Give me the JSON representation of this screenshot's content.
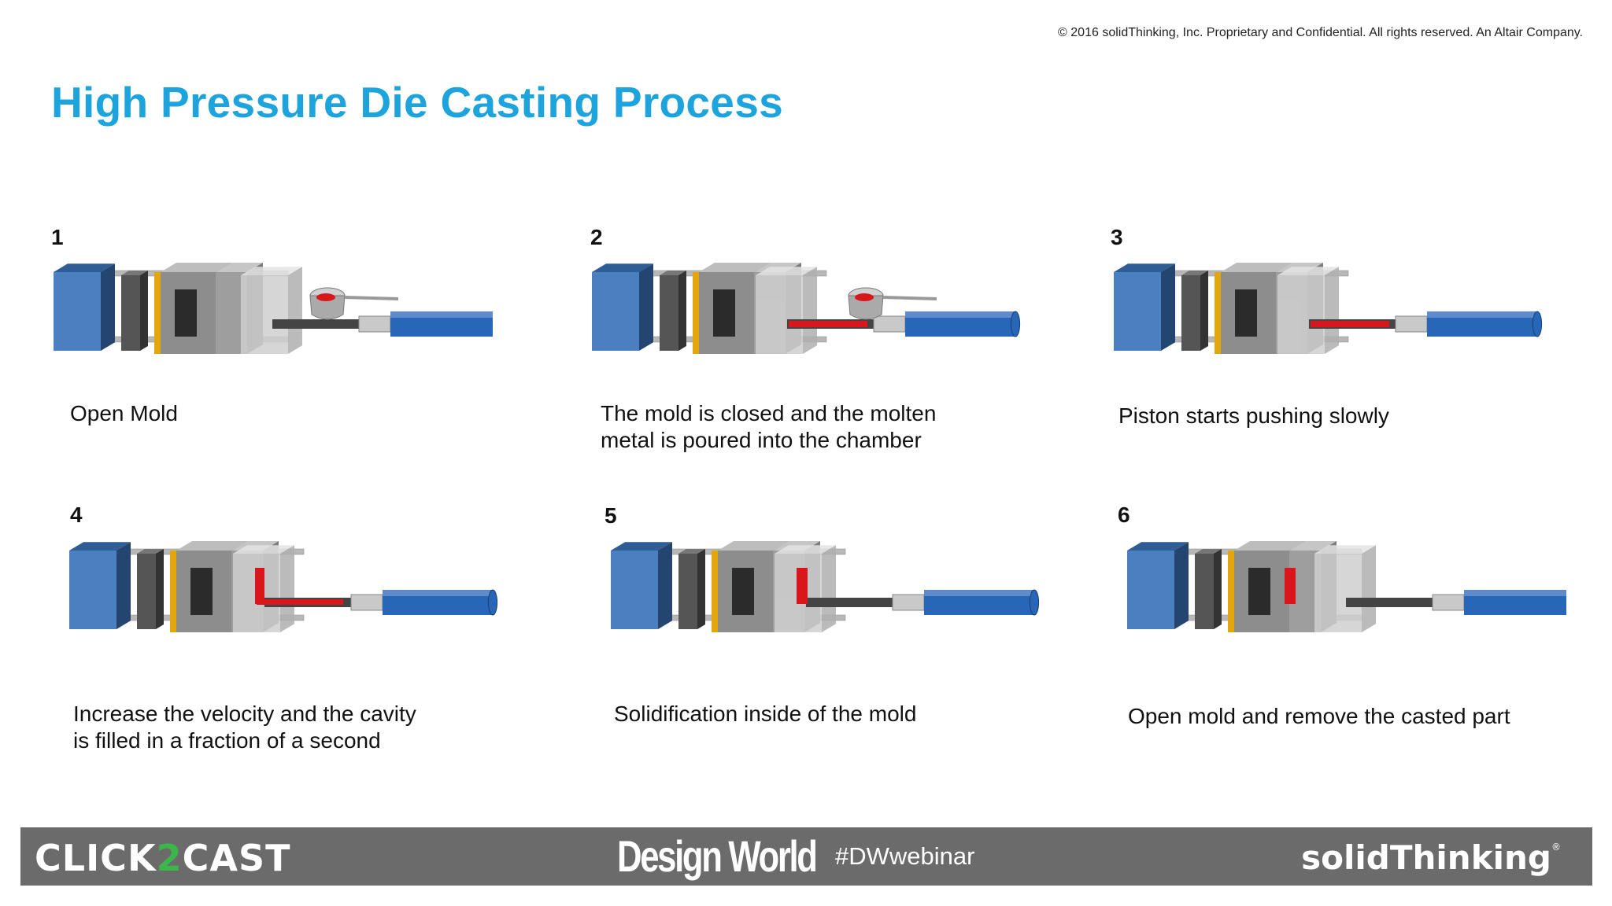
{
  "copyright": "© 2016 solidThinking, Inc. Proprietary and Confidential. All rights reserved. An Altair Company.",
  "title": "High Pressure Die Casting Process",
  "steps": [
    {
      "number": "1",
      "caption": "Open Mold",
      "stage": "open",
      "ladle": true,
      "metal": "none"
    },
    {
      "number": "2",
      "caption": "The mold is closed and the molten\nmetal is poured into the chamber",
      "stage": "closed",
      "ladle": true,
      "metal": "chamber"
    },
    {
      "number": "3",
      "caption": "Piston starts pushing slowly",
      "stage": "closed",
      "ladle": false,
      "metal": "chamber"
    },
    {
      "number": "4",
      "caption": "Increase the velocity and the cavity\nis filled in a fraction of a second",
      "stage": "closed",
      "ladle": false,
      "metal": "cavity"
    },
    {
      "number": "5",
      "caption": "Solidification inside of the mold",
      "stage": "closed",
      "ladle": false,
      "metal": "solid"
    },
    {
      "number": "6",
      "caption": "Open mold and remove the casted part",
      "stage": "ejected",
      "ladle": false,
      "metal": "part"
    }
  ],
  "footer": {
    "brand_left_a": "CLICK",
    "brand_left_b": "2",
    "brand_left_c": "CAST",
    "brand_center": "Design World",
    "hashtag": "#DWwebinar",
    "brand_right": "solidThinking",
    "brand_right_mark": "®"
  },
  "colors": {
    "title": "#1ea4dc",
    "platen_blue": "#4a7fc0",
    "mold_gray": "#9a9a9a",
    "gold_plate": "#e3a60d",
    "molten_metal": "#d9161b",
    "footer_bg": "#6b6b6b"
  }
}
